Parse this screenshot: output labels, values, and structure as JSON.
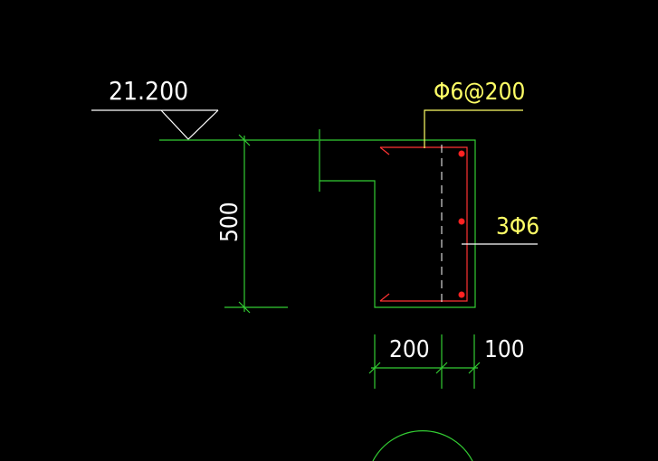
{
  "drawing": {
    "background_color": "#000000",
    "elevation_mark": {
      "value": "21.200",
      "color": "#ffffff"
    },
    "rebar_stirrup": {
      "label": "Φ6@200",
      "color": "#ffff66"
    },
    "rebar_longitudinal": {
      "label": "3Φ6",
      "color": "#ffff66"
    },
    "dimensions": {
      "height_label": "500",
      "width_label": "200",
      "cover_label": "100",
      "text_color": "#ffffff"
    },
    "colors": {
      "section_outline": "#33cc33",
      "dimension_lines": "#33cc33",
      "stirrup_lines": "#ff3333",
      "rebar_dots": "#ff2222",
      "leader_lines": "#ffff66",
      "annotation_leader": "#ffffff",
      "hidden_line": "#ffffff"
    }
  }
}
